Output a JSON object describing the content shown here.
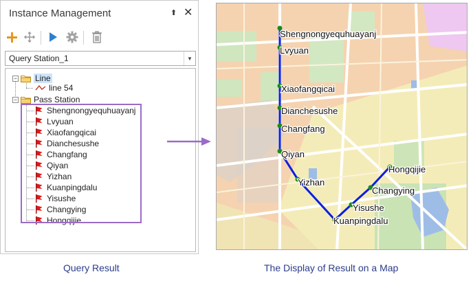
{
  "panel": {
    "title": "Instance Management",
    "pin_glyph": "⬆",
    "close_glyph": "✕",
    "toolbar_icons": [
      "plus-icon",
      "move-icon",
      "play-icon",
      "gear-icon",
      "delete-icon"
    ],
    "selected_instance": "Query Station_1"
  },
  "tree": {
    "line_group_label": "Line",
    "line_item_label": "line 54",
    "station_group_label": "Pass Station",
    "stations": [
      "Shengnongyequhuayanj",
      "Lvyuan",
      "Xiaofangqicai",
      "Dianchesushe",
      "Changfang",
      "Qiyan",
      "Yizhan",
      "Kuanpingdalu",
      "Yisushe",
      "Changying",
      "Hongqijie"
    ]
  },
  "map": {
    "route_color": "#0a1ee0",
    "station_color": "#1b8a1b",
    "labels": [
      "Shengnongyequhuayanj",
      "Lvyuan",
      "Xiaofangqicai",
      "Dianchesushe",
      "Changfang",
      "Qiyan",
      "Yizhan",
      "Kuanpingdalu",
      "Yisushe",
      "Changying",
      "Hongqijie"
    ]
  },
  "captions": {
    "left": "Query Result",
    "right": "The Display of Result on a Map"
  },
  "colors": {
    "accent_arrow": "#9b6bc6",
    "highlight_border": "#9b6bc6",
    "caption": "#2b3c8a"
  }
}
